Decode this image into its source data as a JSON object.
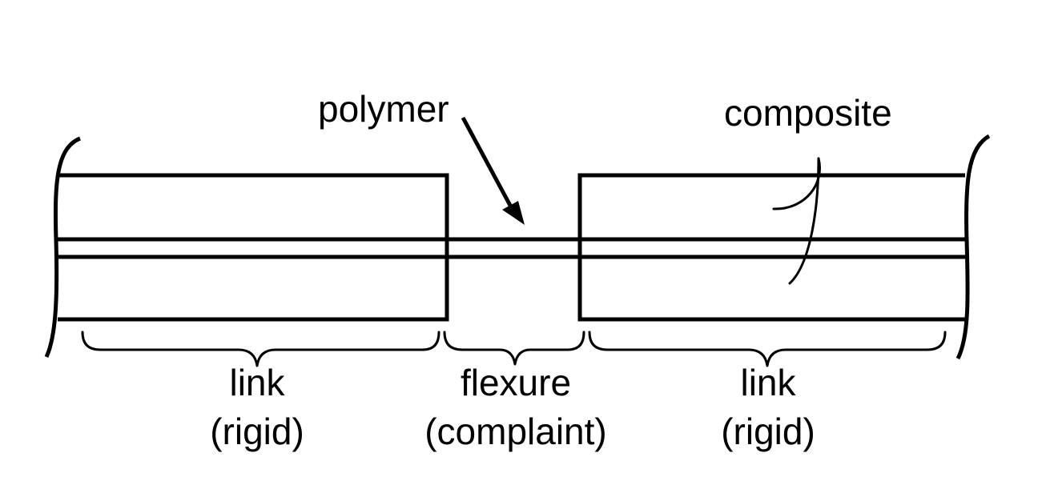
{
  "labels": {
    "polymer": "polymer",
    "composite": "composite",
    "link_left_name": "link",
    "link_left_type": "(rigid)",
    "flexure_name": "flexure",
    "flexure_type": "(complaint)",
    "link_right_name": "link",
    "link_right_type": "(rigid)"
  }
}
